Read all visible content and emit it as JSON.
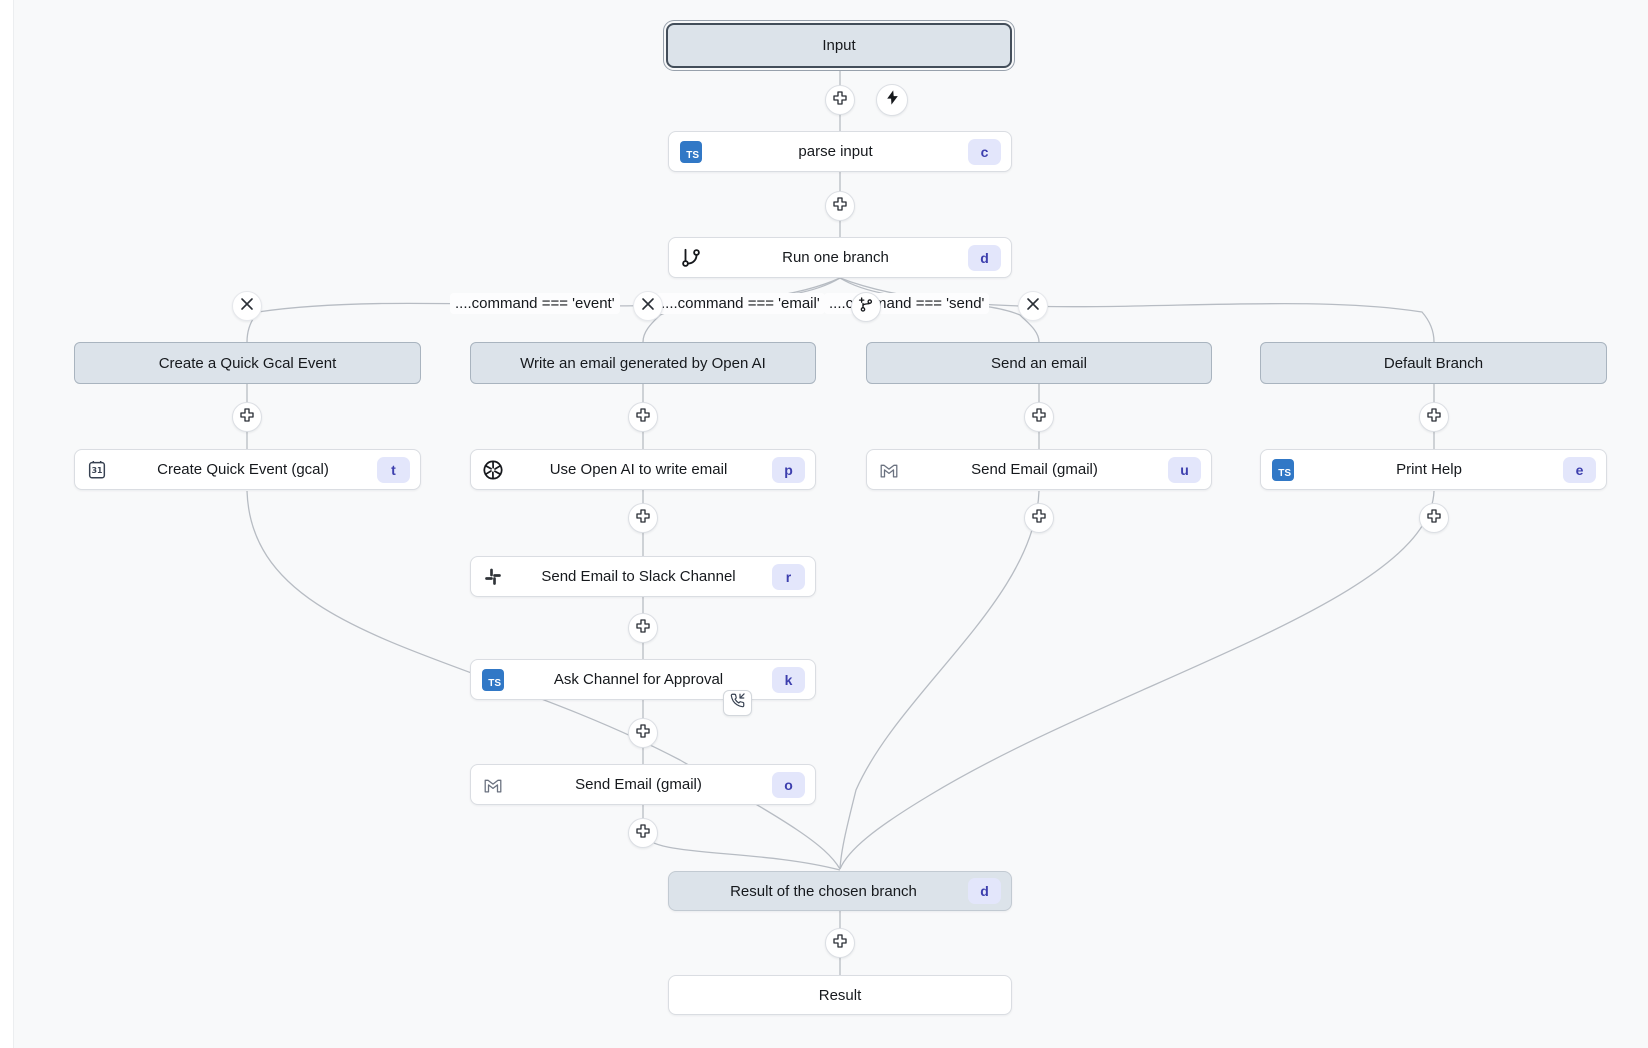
{
  "nodes": {
    "input": {
      "label": "Input"
    },
    "parse": {
      "label": "parse input",
      "badge": "c",
      "icon": "typescript-icon"
    },
    "run": {
      "label": "Run one branch",
      "badge": "d",
      "icon": "git-branch-icon"
    },
    "result_branch": {
      "label": "Result of the chosen branch",
      "badge": "d"
    },
    "result": {
      "label": "Result"
    }
  },
  "conditions": [
    {
      "label": "....command === 'event'"
    },
    {
      "label": "....command === 'email'"
    },
    {
      "label": "....command === 'send'"
    }
  ],
  "branches": [
    {
      "header": "Create a Quick Gcal Event",
      "steps": [
        {
          "label": "Create Quick Event (gcal)",
          "badge": "t",
          "icon": "gcal-icon"
        }
      ]
    },
    {
      "header": "Write an email generated by Open AI",
      "steps": [
        {
          "label": "Use Open AI to write email",
          "badge": "p",
          "icon": "openai-icon"
        },
        {
          "label": "Send Email to Slack Channel",
          "badge": "r",
          "icon": "slack-icon"
        },
        {
          "label": "Ask Channel for Approval",
          "badge": "k",
          "icon": "typescript-icon"
        },
        {
          "label": "Send Email (gmail)",
          "badge": "o",
          "icon": "gmail-icon"
        }
      ]
    },
    {
      "header": "Send an email",
      "steps": [
        {
          "label": "Send Email (gmail)",
          "badge": "u",
          "icon": "gmail-icon"
        }
      ]
    },
    {
      "header": "Default Branch",
      "steps": [
        {
          "label": "Print Help",
          "badge": "e",
          "icon": "typescript-icon"
        }
      ]
    }
  ],
  "icons": {
    "typescript_label": "TS",
    "gcal_label": "31"
  },
  "colors": {
    "background": "#f8f9fa",
    "edge": "#b7bcc3",
    "header_bg": "#dce3ea",
    "badge_bg": "#e3e6fb",
    "badge_text": "#3d3fae",
    "typescript_blue": "#3178c6",
    "selected_border": "#434e5a"
  }
}
